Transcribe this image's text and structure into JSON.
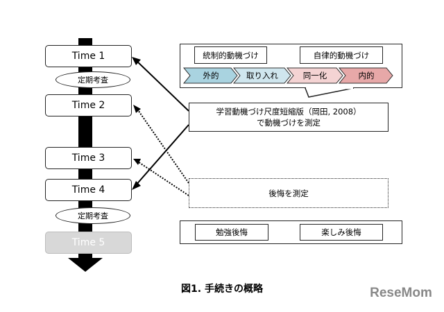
{
  "timeline": {
    "times": [
      "Time 1",
      "Time 2",
      "Time 3",
      "Time 4",
      "Time 5"
    ],
    "exam": "定期考査"
  },
  "motivation": {
    "controlled": "統制的動機づけ",
    "autonomous": "自律的動機づけ",
    "stages": [
      {
        "label": "外的",
        "color": "#a9d3e0"
      },
      {
        "label": "取り入れ",
        "color": "#cfe6ee"
      },
      {
        "label": "同一化",
        "color": "#f4d3d3"
      },
      {
        "label": "内的",
        "color": "#e7a8a8"
      }
    ]
  },
  "measure_motivation": {
    "line1": "学習動機づけ尺度短縮版（岡田, 2008）",
    "line2": "で動機づけを測定"
  },
  "measure_regret": {
    "label": "後悔を測定",
    "study": "勉強後悔",
    "fun": "楽しみ後悔"
  },
  "caption": "図1. 手続きの概略",
  "logo": "ReseMom"
}
